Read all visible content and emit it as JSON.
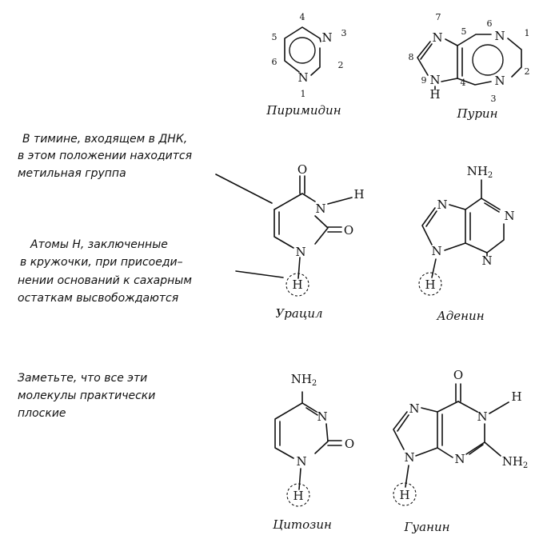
{
  "molecules": {
    "pyrimidine": {
      "name": "Пиримидин",
      "atoms": {
        "N3": "N",
        "N1": "N"
      },
      "numbers": {
        "n1": "1",
        "n2": "2",
        "n3": "3",
        "n4": "4",
        "n5": "5",
        "n6": "6"
      }
    },
    "purine": {
      "name": "Пурин",
      "atoms": {
        "N7": "N",
        "N1": "N",
        "N3": "N",
        "N9": "N",
        "H9": "H"
      },
      "numbers": {
        "n1": "1",
        "n2": "2",
        "n3": "3",
        "n4": "4",
        "n5": "5",
        "n6": "6",
        "n7": "7",
        "n8": "8",
        "n9": "9"
      }
    },
    "uracil": {
      "name": "Урацил",
      "atoms": {
        "O4": "O",
        "N3": "N",
        "H3": "H",
        "O2": "O",
        "N1": "N",
        "H1": "H"
      }
    },
    "adenine": {
      "name": "Аденин",
      "atoms": {
        "NH2": "NH",
        "sub": "2",
        "N7": "N",
        "N1": "N",
        "N3": "N",
        "N9": "N",
        "H9": "H"
      }
    },
    "cytosine": {
      "name": "Цитозин",
      "atoms": {
        "NH2": "NH",
        "sub": "2",
        "N3": "N",
        "O2": "O",
        "N1": "N",
        "H1": "H"
      }
    },
    "guanine": {
      "name": "Гуанин",
      "atoms": {
        "O6": "O",
        "N1": "N",
        "H1": "H",
        "N7": "N",
        "N3": "N",
        "NH2": "NH",
        "sub": "2",
        "N9": "N",
        "H9": "H"
      }
    }
  },
  "notes": {
    "thymine": [
      "В тимине, входящем в ДНК,",
      "в этом положении находится",
      "метильная группа"
    ],
    "hydrogen": [
      "Атомы Н, заключенные",
      "в кружочки, при присоеди–",
      "нении оснований к сахарным",
      "остаткам высвобождаются"
    ],
    "planar": [
      "Заметьте, что все эти",
      "молекулы практически",
      "плоские"
    ]
  }
}
